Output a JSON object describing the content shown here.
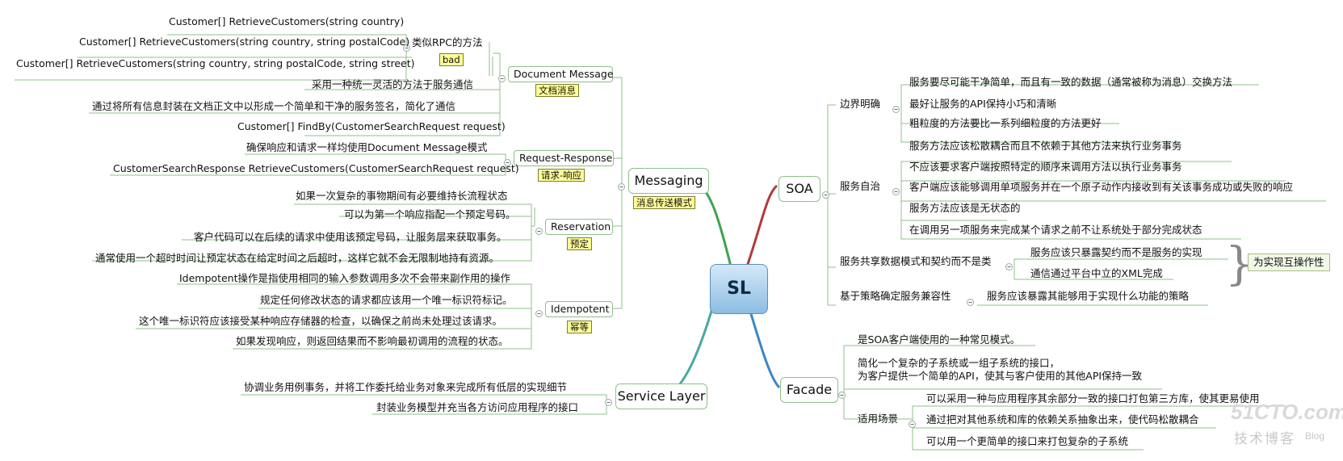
{
  "center": "SL",
  "branches": {
    "messaging": {
      "label": "Messaging",
      "tag": "消息传送模式",
      "document_message": {
        "label": "Document Message",
        "tag": "文档消息",
        "rpc_label": "类似RPC的方法",
        "rpc_tag": "bad",
        "rpc_items": [
          "Customer[] RetrieveCustomers(string country)",
          "Customer[] RetrieveCustomers(string country, string postalCode)",
          "Customer[] RetrieveCustomers(string country, string postalCode, string street)"
        ],
        "items": [
          "采用一种统一灵活的方法于服务通信",
          "通过将所有信息封装在文档正文中以形成一个简单和干净的服务签名，简化了通信",
          "Customer[] FindBy(CustomerSearchRequest request)"
        ]
      },
      "request_response": {
        "label": "Request-Response",
        "tag": "请求-响应",
        "items": [
          "确保响应和请求一样均使用Document Message模式",
          "CustomerSearchResponse RetrieveCustomers(CustomerSearchRequest request)"
        ]
      },
      "reservation": {
        "label": "Reservation",
        "tag": "预定",
        "items": [
          "如果一次复杂的事物期间有必要维持长流程状态",
          "可以为第一个响应指配一个预定号码。",
          "客户代码可以在后续的请求中使用该预定号码，让服务层来获取事务。",
          "通常使用一个超时时间让预定状态在给定时间之后超时，这样它就不会无限制地持有资源。"
        ]
      },
      "idempotent": {
        "label": "Idempotent",
        "tag": "幂等",
        "items": [
          "Idempotent操作是指使用相同的输入参数调用多次不会带来副作用的操作",
          "规定任何修改状态的请求都应该用一个唯一标识符标记。",
          "这个唯一标识符应该接受某种响应存储器的检查，以确保之前尚未处理过该请求。",
          "如果发现响应，则返回结果而不影响最初调用的流程的状态。"
        ]
      }
    },
    "service_layer": {
      "label": "Service Layer",
      "items": [
        "协调业务用例事务，并将工作委托给业务对象来完成所有低层的实现细节",
        "封装业务模型并充当各方访问应用程序的接口"
      ]
    },
    "soa": {
      "label": "SOA",
      "boundary": {
        "label": "边界明确",
        "items": [
          "服务要尽可能干净简单，而且有一致的数据（通常被称为消息）交换方法",
          "最好让服务的API保持小巧和清晰",
          "粗粒度的方法要比一系列细粒度的方法更好"
        ]
      },
      "autonomy": {
        "label": "服务自治",
        "items": [
          "服务方法应该松散耦合而且不依赖于其他方法来执行业务事务",
          "不应该要求客户端按照特定的顺序来调用方法以执行业务事务",
          "客户端应该能够调用单项服务并在一个原子动作内接收到有关该事务成功或失败的响应",
          "服务方法应该是无状态的",
          "在调用另一项服务来完成某个请求之前不让系统处于部分完成状态"
        ]
      },
      "share": {
        "label": "服务共享数据模式和契约而不是类",
        "items": [
          "服务应该只暴露契约而不是服务的实现",
          "通信通过平台中立的XML完成"
        ],
        "note": "为实现互操作性"
      },
      "policy": {
        "label": "基于策略确定服务兼容性",
        "item": "服务应该暴露其能够用于实现什么功能的策略"
      }
    },
    "facade": {
      "label": "Facade",
      "common": "是SOA客户端使用的一种常见模式。",
      "simplify_1": "简化一个复杂的子系统或一组子系统的接口，",
      "simplify_2": "为客户提供一个简单的API，使其与客户使用的其他API保持一致",
      "usage": {
        "label": "适用场景",
        "items": [
          "可以采用一种与应用程序其余部分一致的接口打包第三方库，使其更易使用",
          "通过把对其他系统和库的依赖关系抽象出来，使代码松散耦合",
          "可以用一个更简单的接口来打包复杂的子系统"
        ]
      }
    }
  },
  "watermark": {
    "brand": "51CTO.com",
    "sub": "技术博客",
    "blog": "Blog"
  },
  "colors": {
    "messaging": "#3fa34d",
    "service_layer": "#4aa8a0",
    "soa": "#b23a3a",
    "facade": "#3b86c9",
    "sub_line": "#8ec08a",
    "center_fill": "#9ccaea"
  }
}
